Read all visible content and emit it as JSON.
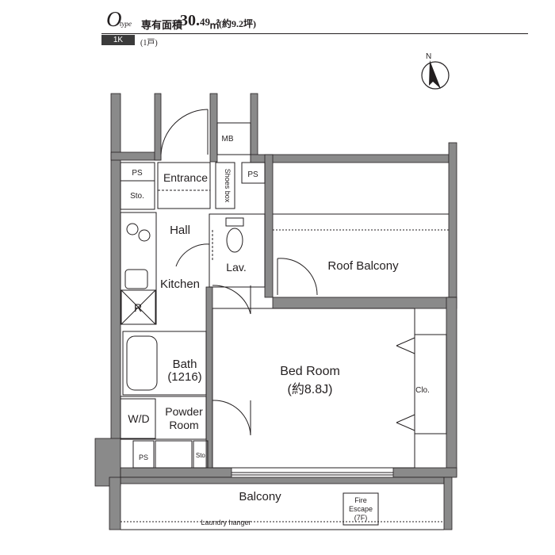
{
  "header": {
    "type_letter": "O",
    "type_sub": "type",
    "area_label": "専有面積",
    "area_value": "30.",
    "area_decimal": "49",
    "area_unit": "㎡",
    "area_tsubo": "(約9.2坪)",
    "layout": "1K",
    "units": "(1戸)"
  },
  "compass": {
    "label": "N"
  },
  "rooms": {
    "mb": "MB",
    "ps_top_left": "PS",
    "entrance": "Entrance",
    "shoes_box": "Shoes box",
    "ps_top_right": "PS",
    "sto_top": "Sto.",
    "hall": "Hall",
    "lav": "Lav.",
    "kitchen": "Kitchen",
    "roof_balcony": "Roof Balcony",
    "fridge": "R",
    "bath": "Bath",
    "bath_size": "(1216)",
    "bed_room": "Bed Room",
    "bed_room_size": "(約8.8J)",
    "clo": "Clo.",
    "wd": "W/D",
    "powder_room_1": "Powder",
    "powder_room_2": "Room",
    "ps_bottom": "PS",
    "sto_bottom": "Sto.",
    "balcony": "Balcony",
    "laundry_hanger": "Laundry hanger",
    "fire_escape_1": "Fire",
    "fire_escape_2": "Escape",
    "fire_escape_3": "(7F)"
  },
  "colors": {
    "wall": "#8a8a8a",
    "line": "#231f20",
    "badge": "#3b3b3b"
  }
}
